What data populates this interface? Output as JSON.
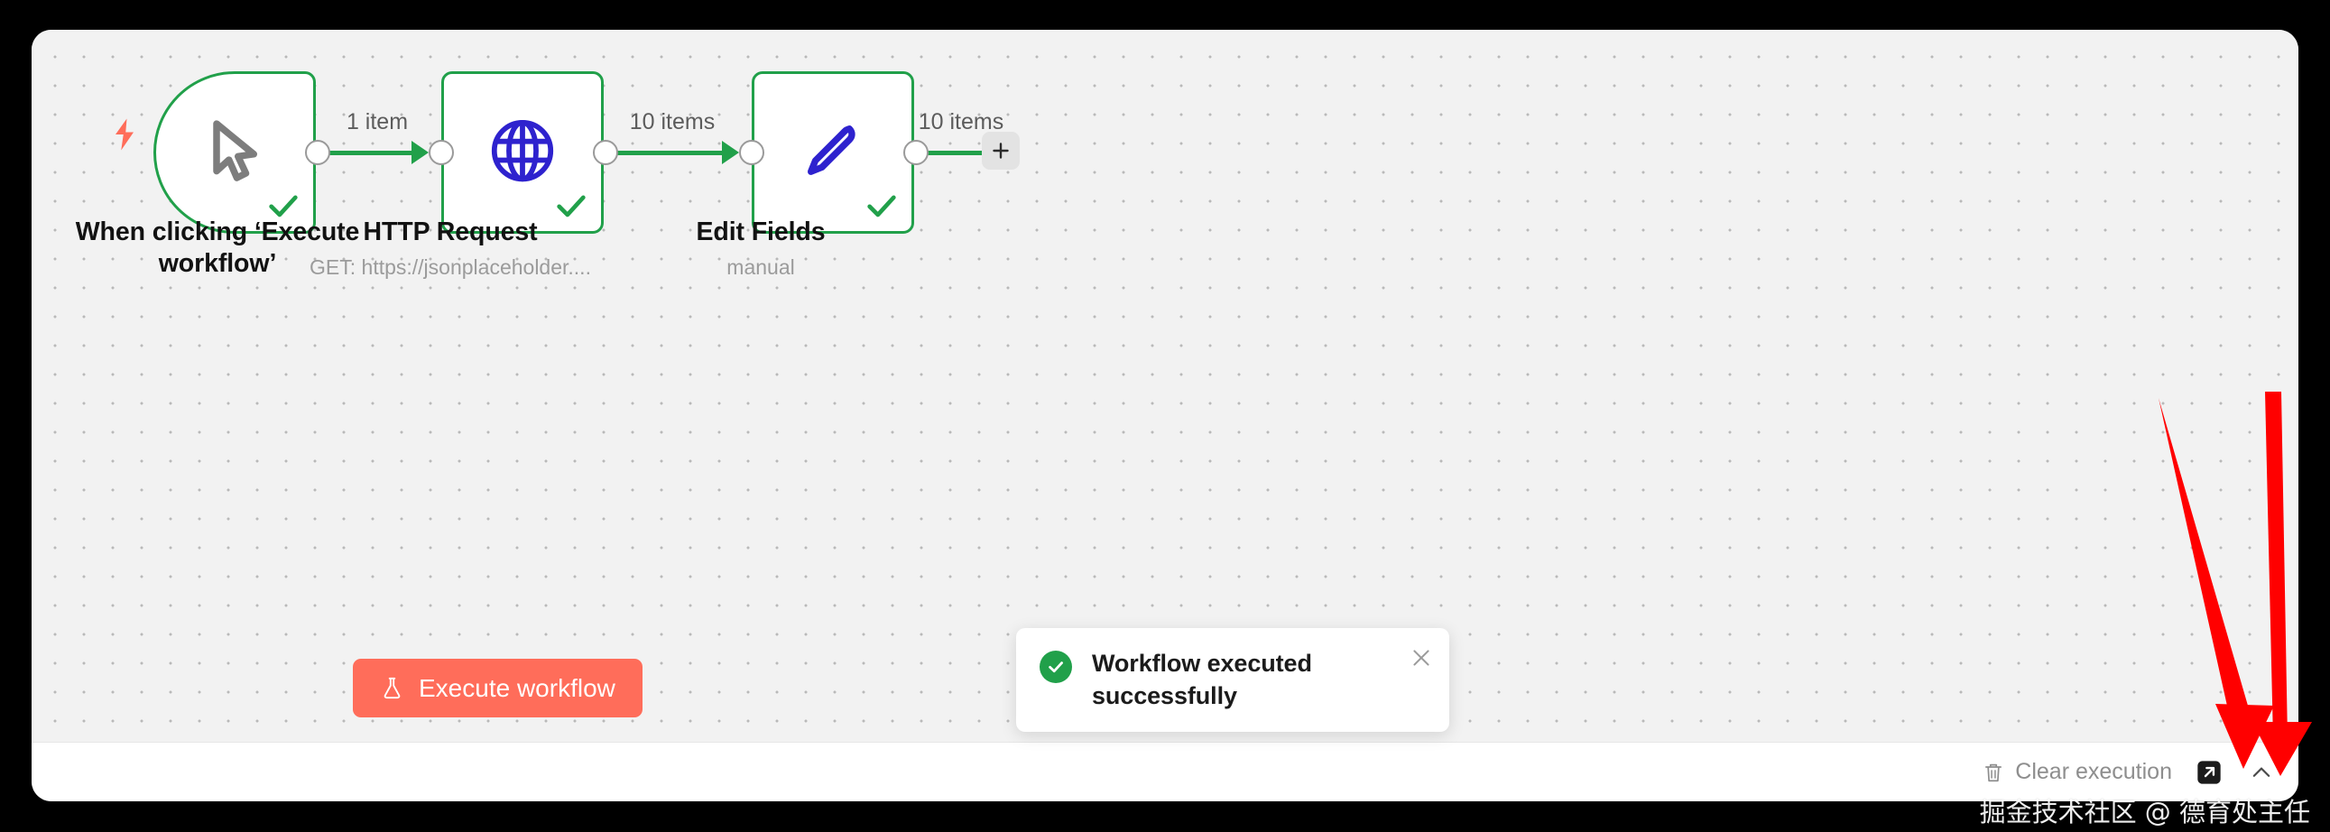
{
  "app": {
    "background_color": "#000000",
    "canvas_color": "#f2f2f2",
    "accent_green": "#21a04a",
    "accent_red": "#ff6d5a",
    "node_icon_blue": "#2e22ce",
    "annotation_color": "#ff0000"
  },
  "canvas": {
    "nodes": [
      {
        "id": "trigger",
        "title": "When clicking ‘Execute workflow’",
        "subtitle": "",
        "icon": "mouse-cursor-icon",
        "status": "success",
        "shape": "trigger"
      },
      {
        "id": "http-request",
        "title": "HTTP Request",
        "subtitle": "GET: https://jsonplaceholder....",
        "icon": "globe-icon",
        "status": "success",
        "shape": "standard"
      },
      {
        "id": "edit-fields",
        "title": "Edit Fields",
        "subtitle": "manual",
        "icon": "pencil-icon",
        "status": "success",
        "shape": "standard"
      }
    ],
    "connections": [
      {
        "from": "trigger",
        "to": "http-request",
        "label": "1 item"
      },
      {
        "from": "http-request",
        "to": "edit-fields",
        "label": "10 items"
      },
      {
        "from": "edit-fields",
        "to": "add",
        "label": "10 items"
      }
    ],
    "add_node_button": "+"
  },
  "execute_button": {
    "label": "Execute workflow",
    "icon": "flask-icon"
  },
  "toast": {
    "message": "Workflow executed successfully",
    "icon": "success-check-icon",
    "close_icon": "close-icon"
  },
  "bottom_bar": {
    "clear_execution_label": "Clear execution",
    "trash_icon": "trash-icon",
    "open_external_icon": "external-link-icon",
    "collapse_icon": "chevron-up-icon"
  },
  "watermark": {
    "text": "掘金技术社区 @ 德育处主任"
  }
}
